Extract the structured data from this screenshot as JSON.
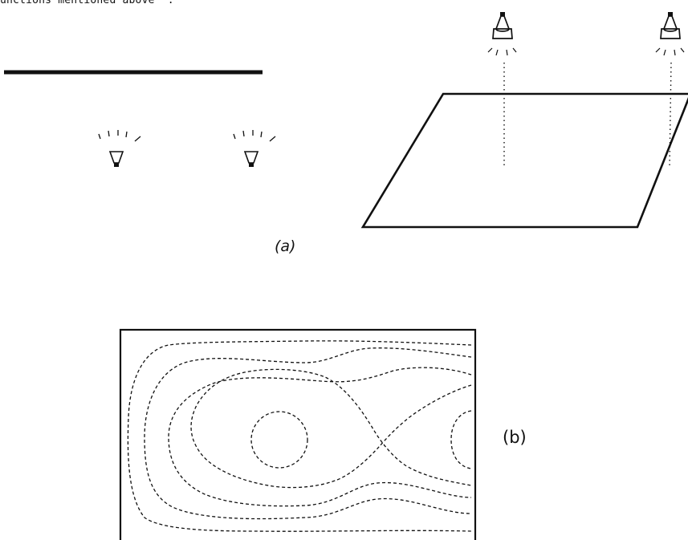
{
  "header": {
    "text": "unctions mentioned above  ."
  },
  "figure": {
    "label_a": "(a)",
    "label_b": "(b)",
    "colors": {
      "ink": "#111111"
    },
    "icons": [
      "lamp-icon",
      "light-ray-icon",
      "dotted-beam-icon",
      "plate-icon",
      "contour-icon"
    ]
  }
}
